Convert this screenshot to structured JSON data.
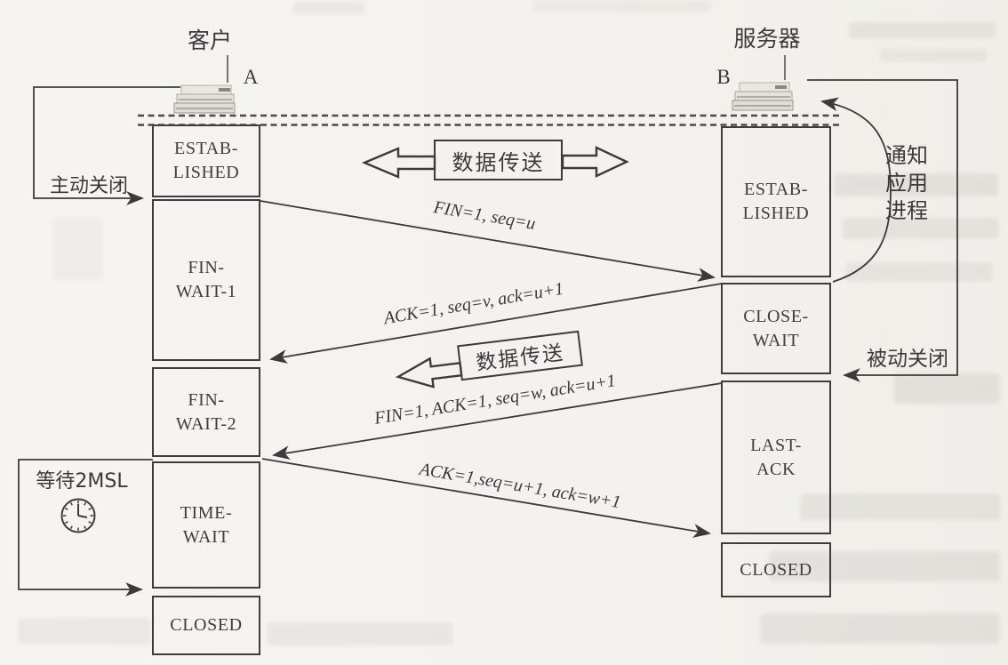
{
  "page": {
    "paper_color": "#f4f2ee",
    "ink_color": "#3b3b3b"
  },
  "client": {
    "title": "客户",
    "host_label": "A",
    "active_close_label": "主动关闭",
    "wait_2msl_label": "等待2MSL",
    "states": [
      {
        "id": "established",
        "lines": [
          "ESTAB-",
          "LISHED"
        ]
      },
      {
        "id": "fin-wait-1",
        "lines": [
          "FIN-",
          "WAIT-1"
        ]
      },
      {
        "id": "fin-wait-2",
        "lines": [
          "FIN-",
          "WAIT-2"
        ]
      },
      {
        "id": "time-wait",
        "lines": [
          "TIME-",
          "WAIT"
        ]
      },
      {
        "id": "closed",
        "lines": [
          "CLOSED"
        ]
      }
    ]
  },
  "server": {
    "title": "服务器",
    "host_label": "B",
    "passive_close_label": "被动关闭",
    "notify_label": {
      "lines": [
        "通知",
        "应用",
        "进程"
      ]
    },
    "states": [
      {
        "id": "established",
        "lines": [
          "ESTAB-",
          "LISHED"
        ]
      },
      {
        "id": "close-wait",
        "lines": [
          "CLOSE-",
          "WAIT"
        ]
      },
      {
        "id": "last-ack",
        "lines": [
          "LAST-",
          "ACK"
        ]
      },
      {
        "id": "closed",
        "lines": [
          "CLOSED"
        ]
      }
    ]
  },
  "messages": [
    {
      "text": "FIN=1, seq=u",
      "from": "client",
      "to": "server"
    },
    {
      "text": "ACK=1, seq=v, ack=u+1",
      "from": "server",
      "to": "client"
    },
    {
      "text": "FIN=1, ACK=1, seq=w, ack=u+1",
      "from": "server",
      "to": "client"
    },
    {
      "text": "ACK=1,seq=u+1, ack=w+1",
      "from": "client",
      "to": "server"
    }
  ],
  "data_transfer": {
    "top_label": "数据传送",
    "mid_label": "数据传送"
  }
}
